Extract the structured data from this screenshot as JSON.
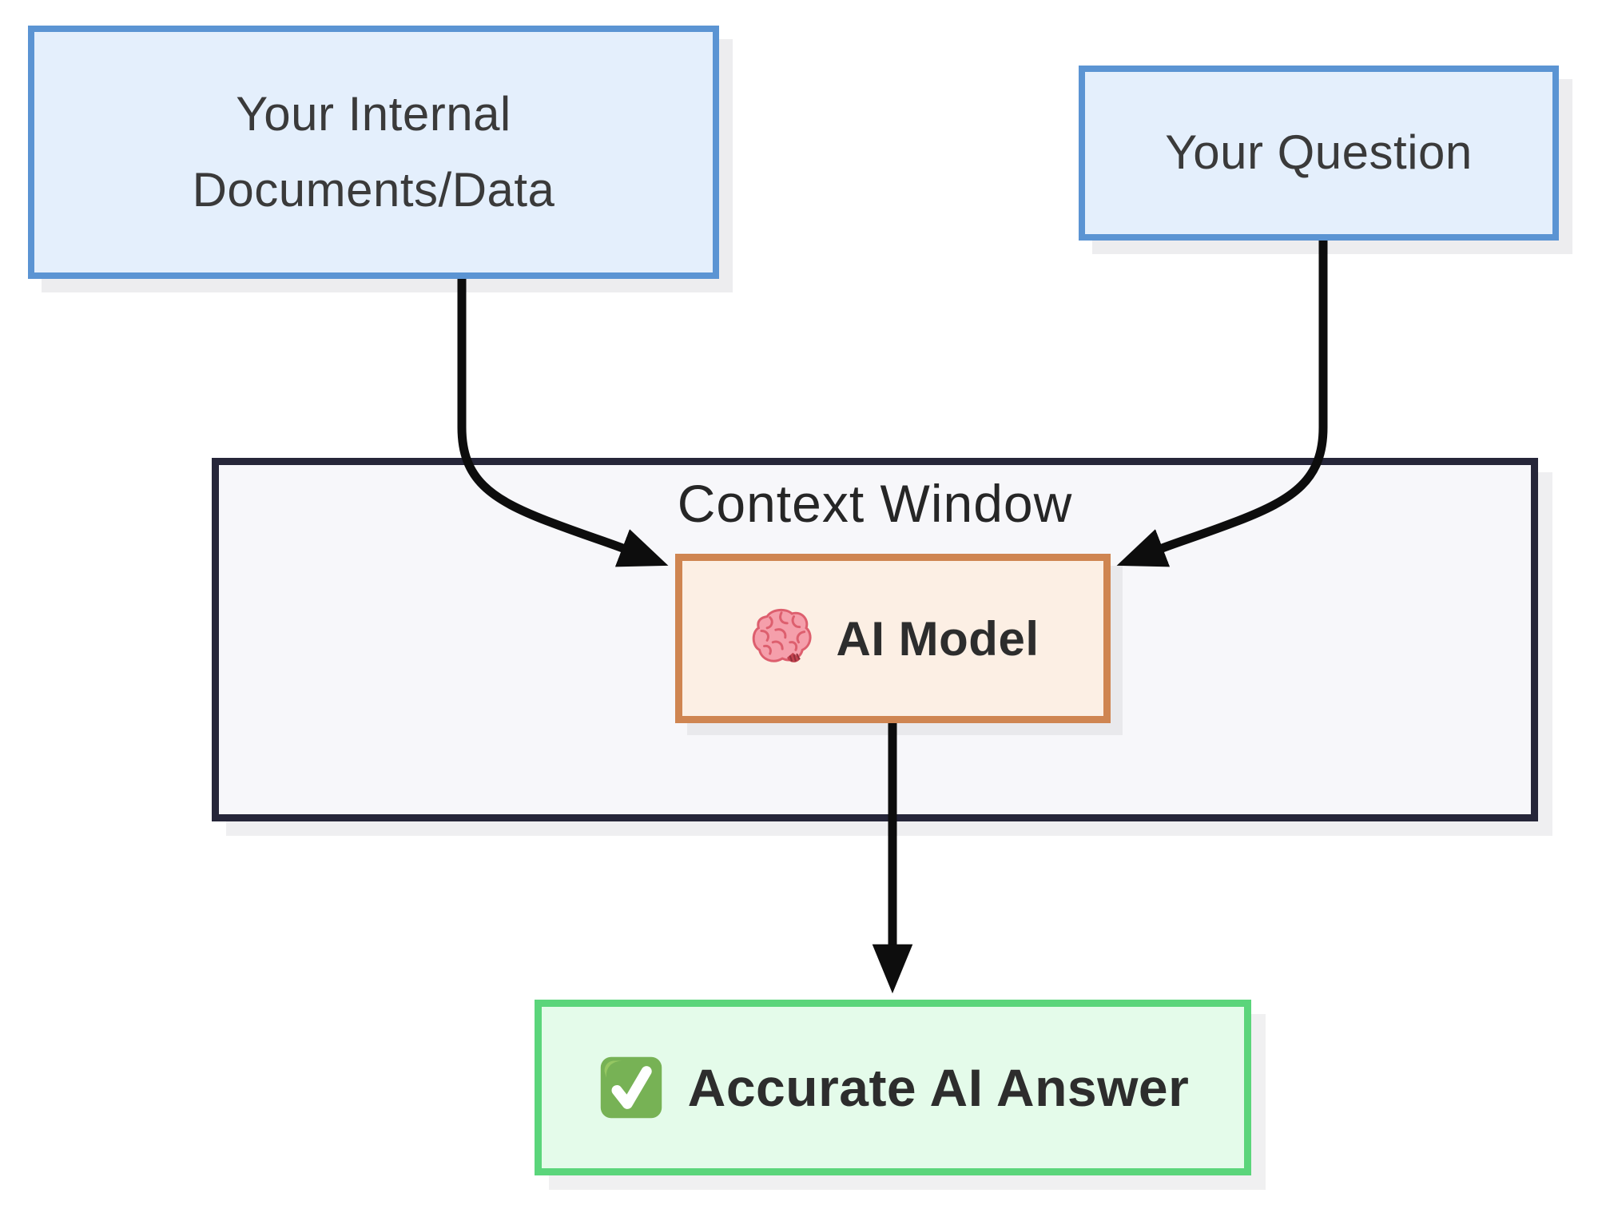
{
  "diagram": {
    "title": "RAG context-window flow diagram",
    "nodes": {
      "documents": {
        "line1": "Your Internal",
        "line2": "Documents/Data"
      },
      "question": {
        "label": "Your Question"
      },
      "context_window": {
        "label": "Context Window"
      },
      "ai_model": {
        "label": "AI Model",
        "icon": "brain-icon"
      },
      "answer": {
        "label": "Accurate AI Answer",
        "icon": "check-mark-button-icon"
      }
    },
    "edges": [
      {
        "from": "documents",
        "to": "ai_model"
      },
      {
        "from": "question",
        "to": "ai_model"
      },
      {
        "from": "ai_model",
        "to": "answer"
      }
    ],
    "colors": {
      "input_box_fill": "#e4effc",
      "input_box_border": "#5b94d3",
      "context_fill": "#f7f7fa",
      "context_border": "#262639",
      "ai_box_fill": "#fcefe4",
      "ai_box_border": "#cf8551",
      "answer_fill": "#e4fbea",
      "answer_border": "#5bd57b",
      "arrow": "#0d0d0d",
      "text": "#3a3a3a",
      "shadow": "#ededef"
    }
  }
}
